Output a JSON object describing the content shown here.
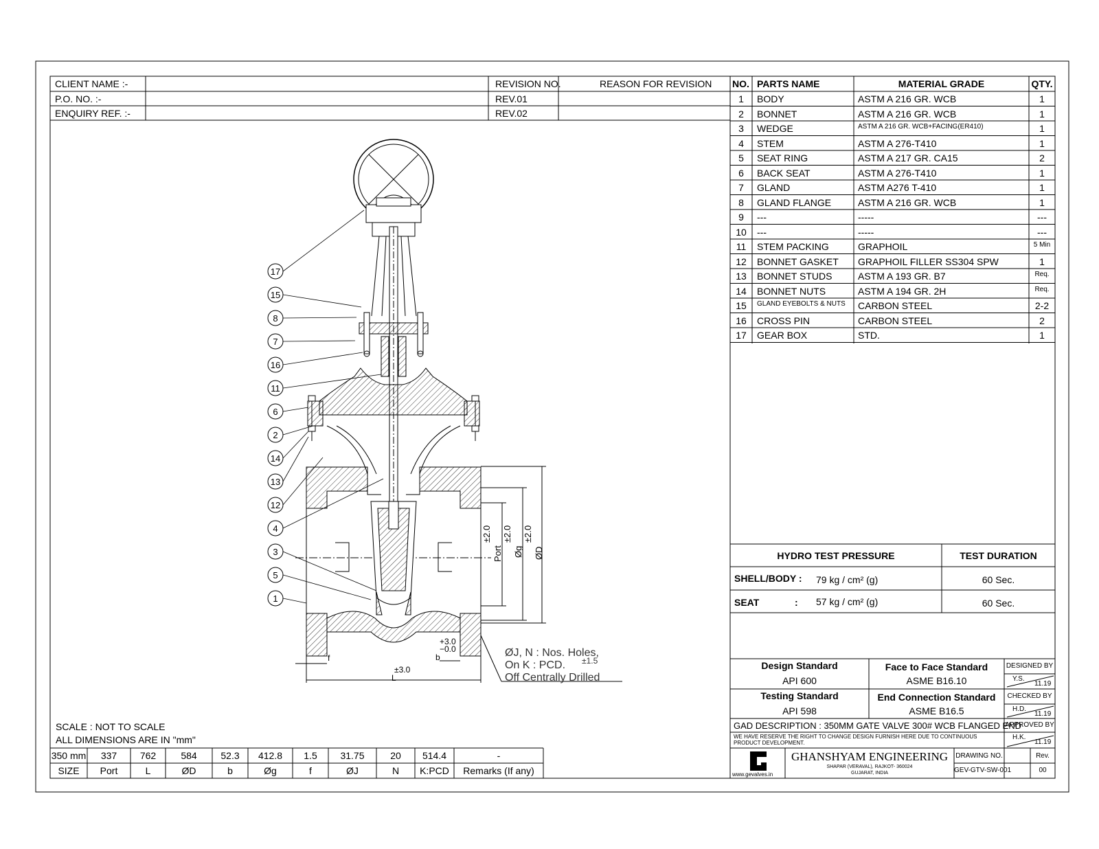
{
  "header": {
    "client_label": "CLIENT NAME :-",
    "po_label": "P.O. NO. :-",
    "enquiry_label": "ENQUIRY REF. :-",
    "revision_no_label": "REVISION NO.",
    "reason_label": "REASON FOR REVISION",
    "revisions": [
      "REV.01",
      "REV.02"
    ]
  },
  "parts": {
    "headers": [
      "NO.",
      "PARTS NAME",
      "MATERIAL GRADE",
      "QTY."
    ],
    "rows": [
      {
        "no": "1",
        "name": "BODY",
        "material": "ASTM A 216 GR. WCB",
        "qty": "1"
      },
      {
        "no": "2",
        "name": "BONNET",
        "material": "ASTM A 216 GR. WCB",
        "qty": "1"
      },
      {
        "no": "3",
        "name": "WEDGE",
        "material": "ASTM A 216 GR. WCB+FACING(ER410)",
        "qty": "1"
      },
      {
        "no": "4",
        "name": "STEM",
        "material": "ASTM A 276-T410",
        "qty": "1"
      },
      {
        "no": "5",
        "name": "SEAT RING",
        "material": "ASTM A 217 GR. CA15",
        "qty": "2"
      },
      {
        "no": "6",
        "name": "BACK SEAT",
        "material": "ASTM A 276-T410",
        "qty": "1"
      },
      {
        "no": "7",
        "name": "GLAND",
        "material": "ASTM A276 T-410",
        "qty": "1"
      },
      {
        "no": "8",
        "name": "GLAND FLANGE",
        "material": "ASTM A 216 GR. WCB",
        "qty": "1"
      },
      {
        "no": "9",
        "name": "---",
        "material": "-----",
        "qty": "---"
      },
      {
        "no": "10",
        "name": "---",
        "material": "-----",
        "qty": "---"
      },
      {
        "no": "11",
        "name": "STEM PACKING",
        "material": "GRAPHOIL",
        "qty": "5 Min"
      },
      {
        "no": "12",
        "name": "BONNET GASKET",
        "material": "GRAPHOIL FILLER SS304 SPW",
        "qty": "1"
      },
      {
        "no": "13",
        "name": "BONNET STUDS",
        "material": "ASTM A 193 GR. B7",
        "qty": "Req."
      },
      {
        "no": "14",
        "name": "BONNET NUTS",
        "material": "ASTM A 194 GR. 2H",
        "qty": "Req."
      },
      {
        "no": "15",
        "name": "GLAND EYEBOLTS & NUTS",
        "material": "CARBON STEEL",
        "qty": "2-2"
      },
      {
        "no": "16",
        "name": "CROSS PIN",
        "material": "CARBON STEEL",
        "qty": "2"
      },
      {
        "no": "17",
        "name": "GEAR BOX",
        "material": "STD.",
        "qty": "1"
      }
    ]
  },
  "hydro": {
    "title": "HYDRO TEST PRESSURE",
    "duration_title": "TEST DURATION",
    "shell_label": "SHELL/BODY :",
    "shell_value": "79 kg / cm² (g)",
    "shell_duration": "60 Sec.",
    "seat_label": "SEAT",
    "seat_colon": ":",
    "seat_value": "57 kg / cm² (g)",
    "seat_duration": "60 Sec."
  },
  "standards": {
    "design_label": "Design Standard",
    "design_value": "API 600",
    "face_label": "Face to Face Standard",
    "face_value": "ASME B16.10",
    "testing_label": "Testing Standard",
    "testing_value": "API 598",
    "end_label": "End Connection Standard",
    "end_value": "ASME B16.5",
    "designed_by": "DESIGNED BY",
    "designed_init": "Y.S.",
    "designed_date": "11.19",
    "checked_by": "CHECKED BY",
    "checked_init": "H.D.",
    "checked_date": "11.19",
    "approved_by": "APPROVED BY",
    "approved_init": "H.K.",
    "approved_date": "11.19"
  },
  "gad": {
    "description": "GAD DESCRIPTION : 350MM GATE VALVE 300# WCB FLANGED END",
    "disclaimer_1": "WE HAVE RESERVE THE RIGHT TO CHANGE DESIGN FURNISH HERE DUE TO CONTINUOUS",
    "disclaimer_2": "PRODUCT DEVELOPMENT."
  },
  "company": {
    "name": "GHANSHYAM ENGINEERING",
    "address_1": "SHAPAR (VERAVAL), RAJKOT- 360024",
    "address_2": "GUJARAT, INDIA",
    "website": "www.gevalves.in",
    "logo_letter": "G",
    "drawing_no_label": "DRAWING NO.",
    "drawing_no": "GEV-GTV-SW-001",
    "rev_label": "Rev.",
    "rev": "00"
  },
  "notes": {
    "scale": "SCALE : NOT TO SCALE",
    "units": "ALL DIMENSIONS ARE IN \"mm\""
  },
  "dimensions": {
    "values": [
      "350 mm",
      "337",
      "762",
      "584",
      "52.3",
      "412.8",
      "1.5",
      "31.75",
      "20",
      "514.4",
      "-"
    ],
    "labels": [
      "SIZE",
      "Port",
      "L",
      "ØD",
      "b",
      "Øg",
      "f",
      "ØJ",
      "N",
      "K:PCD",
      "Remarks (If any)"
    ]
  },
  "drawing": {
    "callouts": [
      "17",
      "15",
      "8",
      "7",
      "16",
      "11",
      "6",
      "2",
      "14",
      "13",
      "12",
      "4",
      "3",
      "5",
      "1"
    ],
    "tol_port": "±2.0",
    "lbl_port": "Port",
    "tol_g": "±2.0",
    "lbl_g": "Øg",
    "tol_d": "±2.0",
    "lbl_d": "ØD",
    "tol_b_plus": "+3.0",
    "tol_b_minus": "−0.0",
    "lbl_b": "b",
    "lbl_f": "f",
    "tol_l": "±3.0",
    "lbl_l": "L",
    "note_1": "ØJ, N : Nos. Holes,",
    "note_2": "On K : PCD.",
    "note_2_tol": "±1.5",
    "note_3": "Off Centrally Drilled"
  }
}
